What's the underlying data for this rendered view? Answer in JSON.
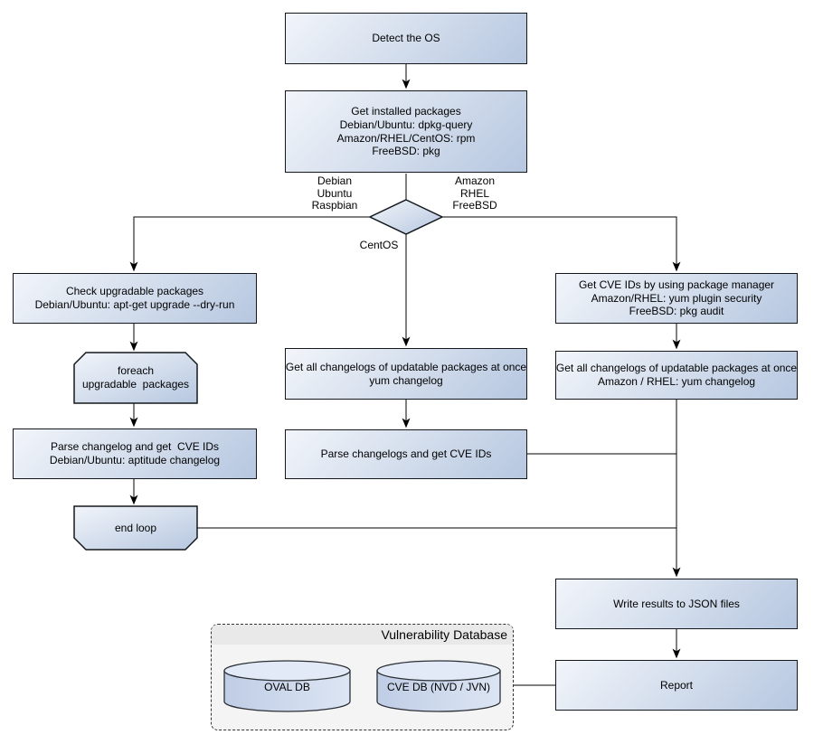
{
  "nodes": {
    "detect_os": "Detect the OS",
    "get_installed": "Get installed packages\nDebian/Ubuntu: dpkg-query\nAmazon/RHEL/CentOS: rpm\nFreeBSD: pkg",
    "check_upgradable": "Check upgradable packages\nDebian/Ubuntu: apt-get upgrade --dry-run",
    "foreach_loop": "foreach\nupgradable  packages",
    "parse_changelog": "Parse changelog and get  CVE IDs\nDebian/Ubuntu: aptitude changelog",
    "end_loop": "end loop",
    "changelogs_centos": "Get all changelogs of updatable packages at once\nyum changelog",
    "parse_changelogs": "Parse changelogs and get CVE IDs",
    "get_cve_ids": "Get CVE IDs by using package manager\nAmazon/RHEL: yum plugin security\nFreeBSD: pkg audit",
    "changelogs_amazon": "Get all changelogs of updatable packages at once\nAmazon / RHEL: yum changelog",
    "write_results": "Write results to JSON files",
    "report": "Report"
  },
  "branch_labels": {
    "left": "Debian\nUbuntu\nRaspbian",
    "right": "Amazon\nRHEL\nFreeBSD",
    "bottom": "CentOS"
  },
  "database": {
    "title": "Vulnerability Database",
    "cylinders": [
      "OVAL DB",
      "CVE DB (NVD / JVN)"
    ]
  },
  "colors": {
    "node_fill_light": "#f2f5fa",
    "node_fill_dark": "#b6c7e0",
    "node_border": "#14181d",
    "connector": "#000000",
    "container_fill": "#f4f4f4",
    "container_header": "#e9e9e9",
    "container_border": "#333333",
    "cylinder_top": "#e1eaf6"
  }
}
